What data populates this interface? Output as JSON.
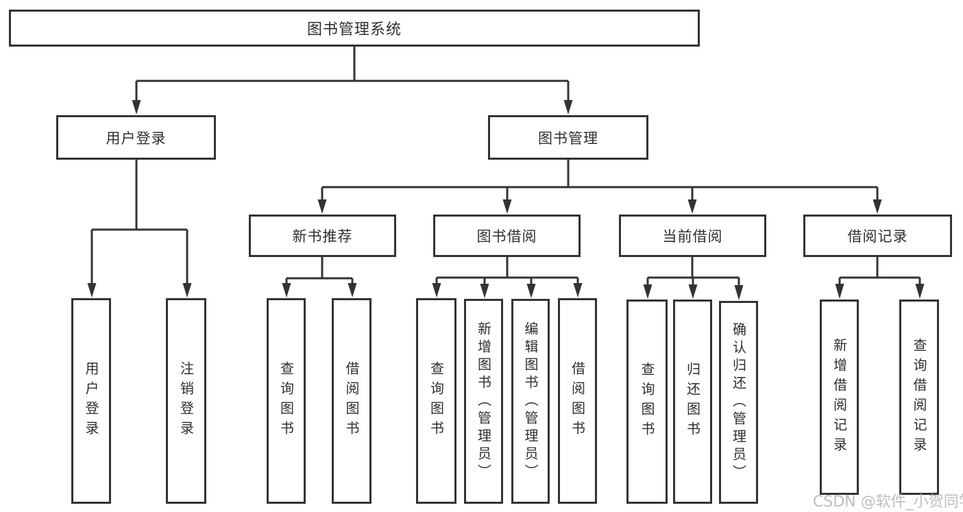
{
  "diagram_title": "图书管理系统",
  "nodes": {
    "root": {
      "label": "图书管理系统"
    },
    "branch_user_login": {
      "label": "用户登录"
    },
    "branch_book_mgmt": {
      "label": "图书管理"
    },
    "branch_new_book_rec": {
      "label": "新书推荐"
    },
    "branch_book_borrow": {
      "label": "图书借阅"
    },
    "branch_current_borrow": {
      "label": "当前借阅"
    },
    "branch_borrow_records": {
      "label": "借阅记录"
    },
    "leaf_user_login": {
      "label": "用户登录"
    },
    "leaf_logout": {
      "label": "注销登录"
    },
    "leaf_nbr_query_books": {
      "label": "查询图书"
    },
    "leaf_nbr_borrow_books": {
      "label": "借阅图书"
    },
    "leaf_bb_query_books": {
      "label": "查询图书"
    },
    "leaf_bb_add_books": {
      "label": "新增图书（管理员）"
    },
    "leaf_bb_edit_books": {
      "label": "编辑图书（管理员）"
    },
    "leaf_bb_borrow_books": {
      "label": "借阅图书"
    },
    "leaf_cb_query_books": {
      "label": "查询图书"
    },
    "leaf_cb_return_books": {
      "label": "归还图书"
    },
    "leaf_cb_confirm_return": {
      "label": "确认归还（管理员）"
    },
    "leaf_br_add_record": {
      "label": "新增借阅记录"
    },
    "leaf_br_query_record": {
      "label": "查询借阅记录"
    }
  },
  "watermark": {
    "text": "CSDN @软件_小贺同学"
  },
  "colors": {
    "line": "#333333",
    "box_border": "#333333",
    "text": "#2f2f2f",
    "watermark": "#bdbdbd",
    "background": "#ffffff"
  }
}
